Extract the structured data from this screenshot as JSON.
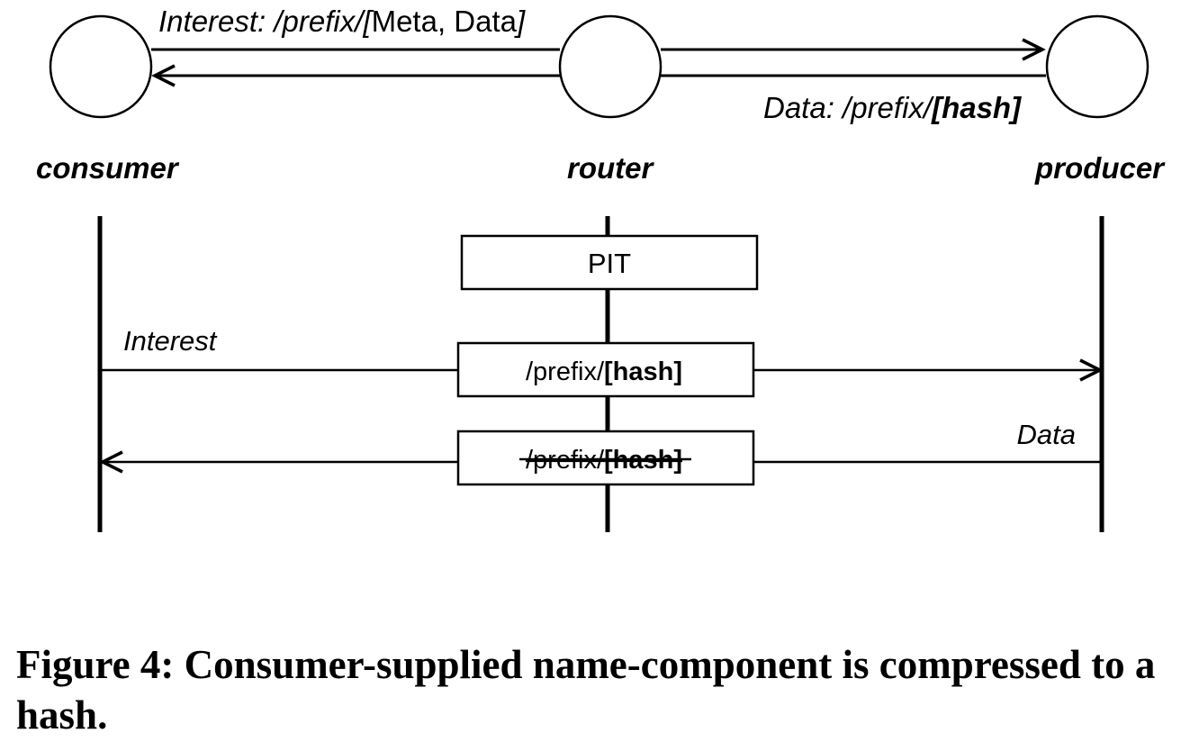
{
  "nodes": {
    "consumer": "consumer",
    "router": "router",
    "producer": "producer"
  },
  "top_interest": {
    "prefix": "Interest:  /prefix/[",
    "middle": "Meta, Data",
    "suffix": "]"
  },
  "top_data": {
    "prefix": "Data:  /prefix/",
    "hash": "[hash]"
  },
  "sequence": {
    "pit_label": "PIT",
    "interest_label": "Interest",
    "data_label": "Data",
    "entry_prefix": "/prefix/",
    "entry_hash": "[hash]"
  },
  "caption": "Figure 4: Consumer-supplied name-component is compressed to a hash."
}
